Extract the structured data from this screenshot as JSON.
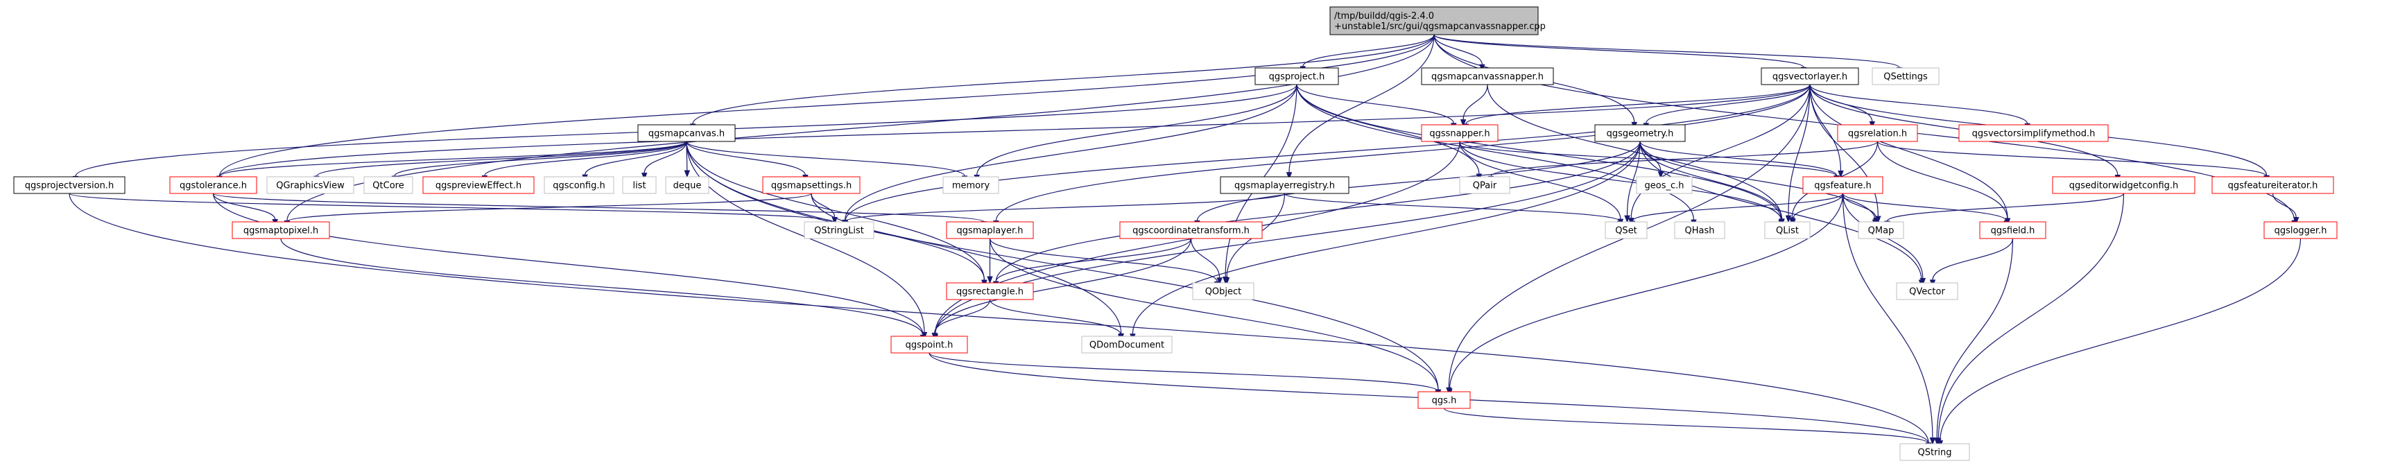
{
  "colors": {
    "root_fill": "#bfbfbf",
    "root_stroke": "#000000",
    "doc_stroke": "#000000",
    "missing_doc_stroke": "#ff0000",
    "external_stroke": "#bfbfbf",
    "text": "#000000",
    "external_text": "#000000",
    "edge": "#191970"
  },
  "nodes": [
    {
      "id": "root",
      "label": "/tmp/buildd/qgis-2.4.0\n+unstable1/src/gui/qgsmapcanvassnapper.cpp",
      "kind": "root"
    },
    {
      "id": "qgsproject",
      "label": "qgsproject.h",
      "kind": "doc"
    },
    {
      "id": "qgsmapcanvassnapper",
      "label": "qgsmapcanvassnapper.h",
      "kind": "doc"
    },
    {
      "id": "qgsvectorlayer",
      "label": "qgsvectorlayer.h",
      "kind": "doc"
    },
    {
      "id": "qsettings",
      "label": "QSettings",
      "kind": "external"
    },
    {
      "id": "qgsmapcanvas",
      "label": "qgsmapcanvas.h",
      "kind": "doc"
    },
    {
      "id": "qgssnapper",
      "label": "qgssnapper.h",
      "kind": "missing"
    },
    {
      "id": "qgsgeometry",
      "label": "qgsgeometry.h",
      "kind": "doc"
    },
    {
      "id": "qgsrelation",
      "label": "qgsrelation.h",
      "kind": "missing"
    },
    {
      "id": "qgsvectorsimplifymethod",
      "label": "qgsvectorsimplifymethod.h",
      "kind": "missing"
    },
    {
      "id": "qgsprojectversion",
      "label": "qgsprojectversion.h",
      "kind": "doc"
    },
    {
      "id": "qgstolerance",
      "label": "qgstolerance.h",
      "kind": "missing"
    },
    {
      "id": "qgraphicsview",
      "label": "QGraphicsView",
      "kind": "external"
    },
    {
      "id": "qtcore",
      "label": "QtCore",
      "kind": "external"
    },
    {
      "id": "qgspreviewEffect",
      "label": "qgspreviewEffect.h",
      "kind": "missing"
    },
    {
      "id": "qgsconfig",
      "label": "qgsconfig.h",
      "kind": "external"
    },
    {
      "id": "list",
      "label": "list",
      "kind": "external"
    },
    {
      "id": "deque",
      "label": "deque",
      "kind": "external"
    },
    {
      "id": "qgsmapsettings",
      "label": "qgsmapsettings.h",
      "kind": "missing"
    },
    {
      "id": "memory",
      "label": "memory",
      "kind": "external"
    },
    {
      "id": "qgsmaplayerregistry",
      "label": "qgsmaplayerregistry.h",
      "kind": "doc"
    },
    {
      "id": "qpair",
      "label": "QPair",
      "kind": "external"
    },
    {
      "id": "geos_c",
      "label": "geos_c.h",
      "kind": "external"
    },
    {
      "id": "qgsfeature",
      "label": "qgsfeature.h",
      "kind": "missing"
    },
    {
      "id": "qgseditorwidgetconfig",
      "label": "qgseditorwidgetconfig.h",
      "kind": "missing"
    },
    {
      "id": "qgsfeatureiterator",
      "label": "qgsfeatureiterator.h",
      "kind": "missing"
    },
    {
      "id": "qgsmaptopixel",
      "label": "qgsmaptopixel.h",
      "kind": "missing"
    },
    {
      "id": "qstringlist",
      "label": "QStringList",
      "kind": "external"
    },
    {
      "id": "qgsmaplayer",
      "label": "qgsmaplayer.h",
      "kind": "missing"
    },
    {
      "id": "qgscoordinatetransform",
      "label": "qgscoordinatetransform.h",
      "kind": "missing"
    },
    {
      "id": "qset",
      "label": "QSet",
      "kind": "external"
    },
    {
      "id": "qhash",
      "label": "QHash",
      "kind": "external"
    },
    {
      "id": "qlist",
      "label": "QList",
      "kind": "external"
    },
    {
      "id": "qmap",
      "label": "QMap",
      "kind": "external"
    },
    {
      "id": "qgsfield",
      "label": "qgsfield.h",
      "kind": "missing"
    },
    {
      "id": "qgslogger",
      "label": "qgslogger.h",
      "kind": "missing"
    },
    {
      "id": "qobject",
      "label": "QObject",
      "kind": "external"
    },
    {
      "id": "qvector",
      "label": "QVector",
      "kind": "external"
    },
    {
      "id": "qgsrectangle",
      "label": "qgsrectangle.h",
      "kind": "missing"
    },
    {
      "id": "qdomdocument",
      "label": "QDomDocument",
      "kind": "external"
    },
    {
      "id": "qgspoint",
      "label": "qgspoint.h",
      "kind": "missing"
    },
    {
      "id": "qgs",
      "label": "qgs.h",
      "kind": "missing"
    },
    {
      "id": "qstring",
      "label": "QString",
      "kind": "external"
    }
  ],
  "edges": [
    [
      "root",
      "qgsproject"
    ],
    [
      "root",
      "qgsmapcanvassnapper"
    ],
    [
      "root",
      "qgsvectorlayer"
    ],
    [
      "root",
      "qsettings"
    ],
    [
      "root",
      "qgsmapcanvas"
    ],
    [
      "root",
      "qgsgeometry"
    ],
    [
      "root",
      "qgsmaplayerregistry"
    ],
    [
      "root",
      "qgstolerance"
    ],
    [
      "root",
      "qgsmaptopixel"
    ],
    [
      "root",
      "qgslogger"
    ],
    [
      "qgsproject",
      "qgssnapper"
    ],
    [
      "qgsproject",
      "qgsprojectversion"
    ],
    [
      "qgsproject",
      "memory"
    ],
    [
      "qgsproject",
      "qpair"
    ],
    [
      "qgsproject",
      "qlist"
    ],
    [
      "qgsproject",
      "qobject"
    ],
    [
      "qgsproject",
      "qhash"
    ],
    [
      "qgsproject",
      "qstringlist"
    ],
    [
      "qgsmapcanvassnapper",
      "qgssnapper"
    ],
    [
      "qgsmapcanvassnapper",
      "qlist"
    ],
    [
      "qgsvectorlayer",
      "qgssnapper"
    ],
    [
      "qgsvectorlayer",
      "qgsgeometry"
    ],
    [
      "qgsvectorlayer",
      "qgsrelation"
    ],
    [
      "qgsvectorlayer",
      "qgsvectorsimplifymethod"
    ],
    [
      "qgsvectorlayer",
      "qgseditorwidgetconfig"
    ],
    [
      "qgsvectorlayer",
      "qgsfeatureiterator"
    ],
    [
      "qgsvectorlayer",
      "qgsfeature"
    ],
    [
      "qgsvectorlayer",
      "qgsmaplayer"
    ],
    [
      "qgsvectorlayer",
      "qset"
    ],
    [
      "qgsvectorlayer",
      "qlist"
    ],
    [
      "qgsvectorlayer",
      "qmap"
    ],
    [
      "qgsvectorlayer",
      "qgsfield"
    ],
    [
      "qgsvectorlayer",
      "qgs"
    ],
    [
      "qgsvectorlayer",
      "qstringlist"
    ],
    [
      "qgsvectorlayer",
      "qgstolerance"
    ],
    [
      "qgsmapcanvas",
      "qgstolerance"
    ],
    [
      "qgsmapcanvas",
      "qgraphicsview"
    ],
    [
      "qgsmapcanvas",
      "qtcore"
    ],
    [
      "qgsmapcanvas",
      "qgspreviewEffect"
    ],
    [
      "qgsmapcanvas",
      "qgsconfig"
    ],
    [
      "qgsmapcanvas",
      "list"
    ],
    [
      "qgsmapcanvas",
      "deque"
    ],
    [
      "qgsmapcanvas",
      "qgsmapsettings"
    ],
    [
      "qgsmapcanvas",
      "memory"
    ],
    [
      "qgsmapcanvas",
      "qgsrectangle"
    ],
    [
      "qgsmapcanvas",
      "qdomdocument"
    ],
    [
      "qgsmapcanvas",
      "qgspoint"
    ],
    [
      "qgsmapcanvas",
      "qgs"
    ],
    [
      "qgssnapper",
      "qgsfeature"
    ],
    [
      "qgssnapper",
      "qgspoint"
    ],
    [
      "qgssnapper",
      "qlist"
    ],
    [
      "qgssnapper",
      "qset"
    ],
    [
      "qgsgeometry",
      "qgsfeature"
    ],
    [
      "qgsgeometry",
      "geos_c"
    ],
    [
      "qgsgeometry",
      "qgscoordinatetransform"
    ],
    [
      "qgsgeometry",
      "qgspoint"
    ],
    [
      "qgsgeometry",
      "qgsrectangle"
    ],
    [
      "qgsgeometry",
      "qset"
    ],
    [
      "qgsgeometry",
      "qmap"
    ],
    [
      "qgsgeometry",
      "qvector"
    ],
    [
      "qgsgeometry",
      "qdomdocument"
    ],
    [
      "qgsgeometry",
      "qlist"
    ],
    [
      "qgsrelation",
      "qgsfield"
    ],
    [
      "qgsrelation",
      "qpair"
    ],
    [
      "qgsrelation",
      "qlist"
    ],
    [
      "qgsrelation",
      "qgsfeatureiterator"
    ],
    [
      "qgsfeature",
      "qset"
    ],
    [
      "qgsfeature",
      "qmap"
    ],
    [
      "qgsfeature",
      "qlist"
    ],
    [
      "qgsfeature",
      "qvector"
    ],
    [
      "qgsfeature",
      "qgsfield"
    ],
    [
      "qgsfeature",
      "qstring"
    ],
    [
      "qgsfeature",
      "qgs"
    ],
    [
      "qgseditorwidgetconfig",
      "qmap"
    ],
    [
      "qgseditorwidgetconfig",
      "qstring"
    ],
    [
      "qgsfeatureiterator",
      "qgslogger"
    ],
    [
      "qgslogger",
      "qstring"
    ],
    [
      "qgsprojectversion",
      "qstring"
    ],
    [
      "qgsprojectversion",
      "qstringlist"
    ],
    [
      "qgstolerance",
      "qgsmaptopixel"
    ],
    [
      "qgstolerance",
      "qgsmaplayer"
    ],
    [
      "qgstolerance",
      "qgspoint"
    ],
    [
      "qgsmapsettings",
      "qgsrectangle"
    ],
    [
      "qgsmapsettings",
      "qgsmaptopixel"
    ],
    [
      "qgsmapsettings",
      "qstringlist"
    ],
    [
      "qgsmaplayerregistry",
      "qobject"
    ],
    [
      "qgsmaplayerregistry",
      "qset"
    ],
    [
      "qgsmaplayerregistry",
      "qstringlist"
    ],
    [
      "qgsmaptopixel",
      "qgspoint"
    ],
    [
      "qgsmaplayer",
      "qgsrectangle"
    ],
    [
      "qgsmaplayer",
      "qobject"
    ],
    [
      "qgsmaplayer",
      "qgs"
    ],
    [
      "qgscoordinatetransform",
      "qgsrectangle"
    ],
    [
      "qgscoordinatetransform",
      "qobject"
    ],
    [
      "qgscoordinatetransform",
      "qgspoint"
    ],
    [
      "qgsfield",
      "qvector"
    ],
    [
      "qgsfield",
      "qstring"
    ],
    [
      "qgsrectangle",
      "qgspoint"
    ],
    [
      "qgsrectangle",
      "qdomdocument"
    ],
    [
      "qgspoint",
      "qgs"
    ],
    [
      "qgspoint",
      "qstring"
    ],
    [
      "qgs",
      "qstring"
    ]
  ]
}
